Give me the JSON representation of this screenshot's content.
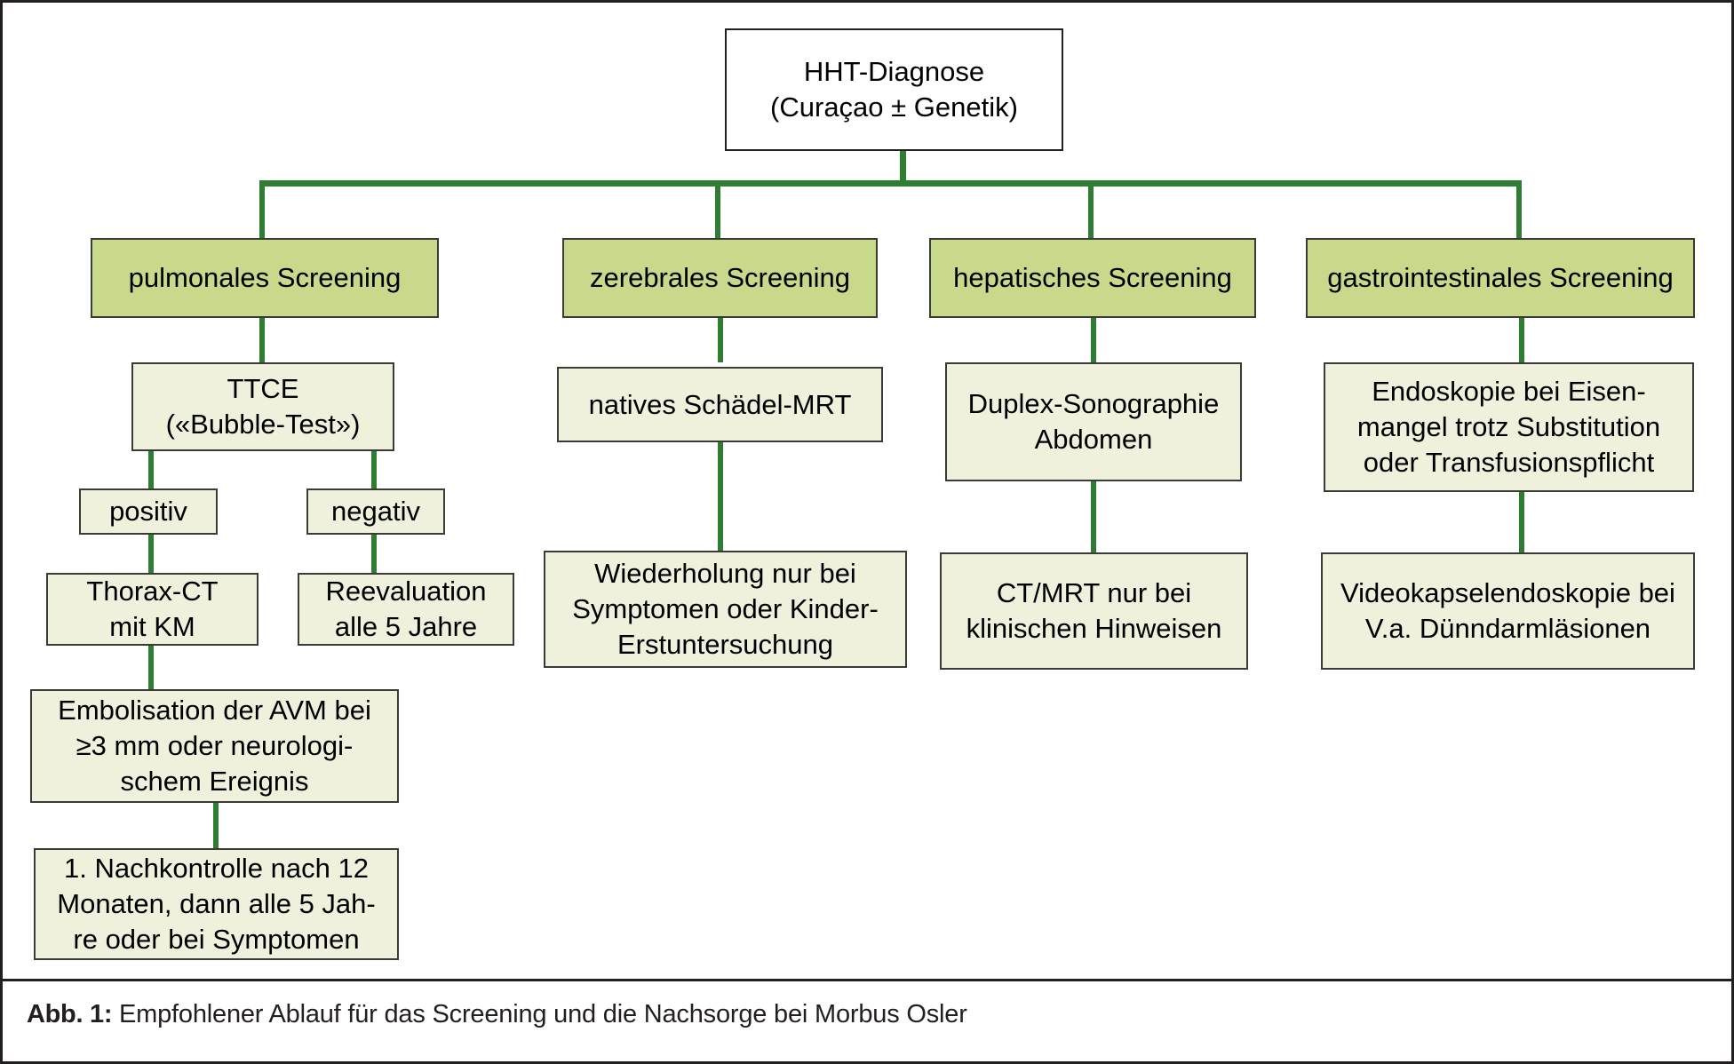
{
  "figure": {
    "caption_label": "Abb. 1:",
    "caption_text": " Empfohlener Ablauf für das Screening und die Nachsorge bei Morbus Osler",
    "colors": {
      "header_fill": "#c9d98b",
      "leaf_fill": "#eff1dd",
      "connector": "#2f7d32",
      "border": "#3b3b35",
      "frame": "#231f20",
      "page_background": "#ffffff"
    }
  },
  "diagram": {
    "type": "flowchart",
    "root": {
      "id": "hht-diagnose",
      "text": "HHT-Diagnose\n(Curaçao ± Genetik)"
    },
    "branches": [
      {
        "id": "pulmonal",
        "header": "pulmonales Screening",
        "steps": [
          {
            "id": "ttce",
            "text": "TTCE\n(«Bubble-Test»)"
          },
          {
            "id": "positiv",
            "text": "positiv"
          },
          {
            "id": "negativ",
            "text": "negativ"
          },
          {
            "id": "thorax-ct",
            "text": "Thorax-CT\nmit KM"
          },
          {
            "id": "reevaluation",
            "text": "Reevaluation\nalle 5 Jahre"
          },
          {
            "id": "embolisation",
            "text": "Embolisation der AVM bei\n≥3 mm oder neurologi-\nschem Ereignis"
          },
          {
            "id": "nachkontrolle",
            "text": "1. Nachkontrolle nach 12\nMonaten, dann alle 5 Jah-\nre oder bei Symptomen"
          }
        ]
      },
      {
        "id": "zerebral",
        "header": "zerebrales Screening",
        "steps": [
          {
            "id": "schaedel-mrt",
            "text": "natives Schädel-MRT"
          },
          {
            "id": "wiederholung",
            "text": "Wiederholung nur bei\nSymptomen oder Kinder-\nErstuntersuchung"
          }
        ]
      },
      {
        "id": "hepatisch",
        "header": "hepatisches Screening",
        "steps": [
          {
            "id": "duplex",
            "text": "Duplex-Sonographie\nAbdomen"
          },
          {
            "id": "ct-mrt",
            "text": "CT/MRT nur bei\nklinischen Hinweisen"
          }
        ]
      },
      {
        "id": "gastrointestinal",
        "header": "gastrointestinales Screening",
        "steps": [
          {
            "id": "endoskopie",
            "text": "Endoskopie bei Eisen-\nmangel trotz Substitution\noder Transfusionspflicht"
          },
          {
            "id": "videokapsel",
            "text": "Videokapselendoskopie bei\nV.a. Dünndarmläsionen"
          }
        ]
      }
    ]
  }
}
